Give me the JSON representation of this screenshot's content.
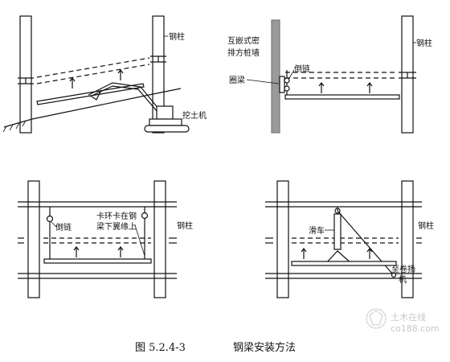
{
  "panels": {
    "top_left": {
      "steel_column": "钢柱",
      "excavator": "挖土机"
    },
    "top_right": {
      "retaining_wall_line1": "互嵌式密",
      "retaining_wall_line2": "排方桩墙",
      "ring_beam": "圈梁",
      "chain_hoist": "倒链",
      "steel_column": "钢柱"
    },
    "bottom_left": {
      "chain_hoist": "倒链",
      "clamp_line1": "卡环卡在钢",
      "clamp_line2": "梁下翼缘上",
      "steel_column": "钢柱"
    },
    "bottom_right": {
      "pulley": "滑车",
      "steel_column": "钢柱",
      "winch_line1": "至卷扬",
      "winch_line2": "机"
    }
  },
  "caption": {
    "figure_number": "图 5.2.4-3",
    "title": "钢梁安装方法"
  },
  "watermark": {
    "line1": "土木在线",
    "line2": "co188.com"
  }
}
